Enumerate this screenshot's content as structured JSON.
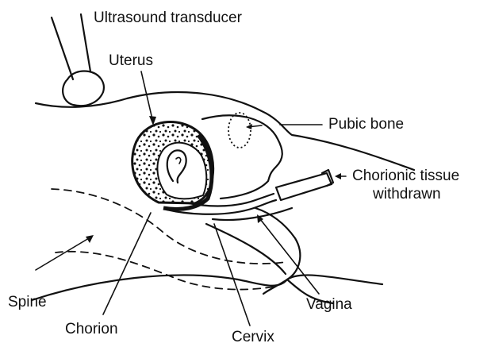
{
  "labels": {
    "transducer": "Ultrasound transducer",
    "uterus": "Uterus",
    "pubic_bone": "Pubic bone",
    "tissue_line1": "Chorionic tissue",
    "tissue_line2": "withdrawn",
    "spine": "Spine",
    "chorion": "Chorion",
    "cervix": "Cervix",
    "vagina": "Vagina"
  }
}
